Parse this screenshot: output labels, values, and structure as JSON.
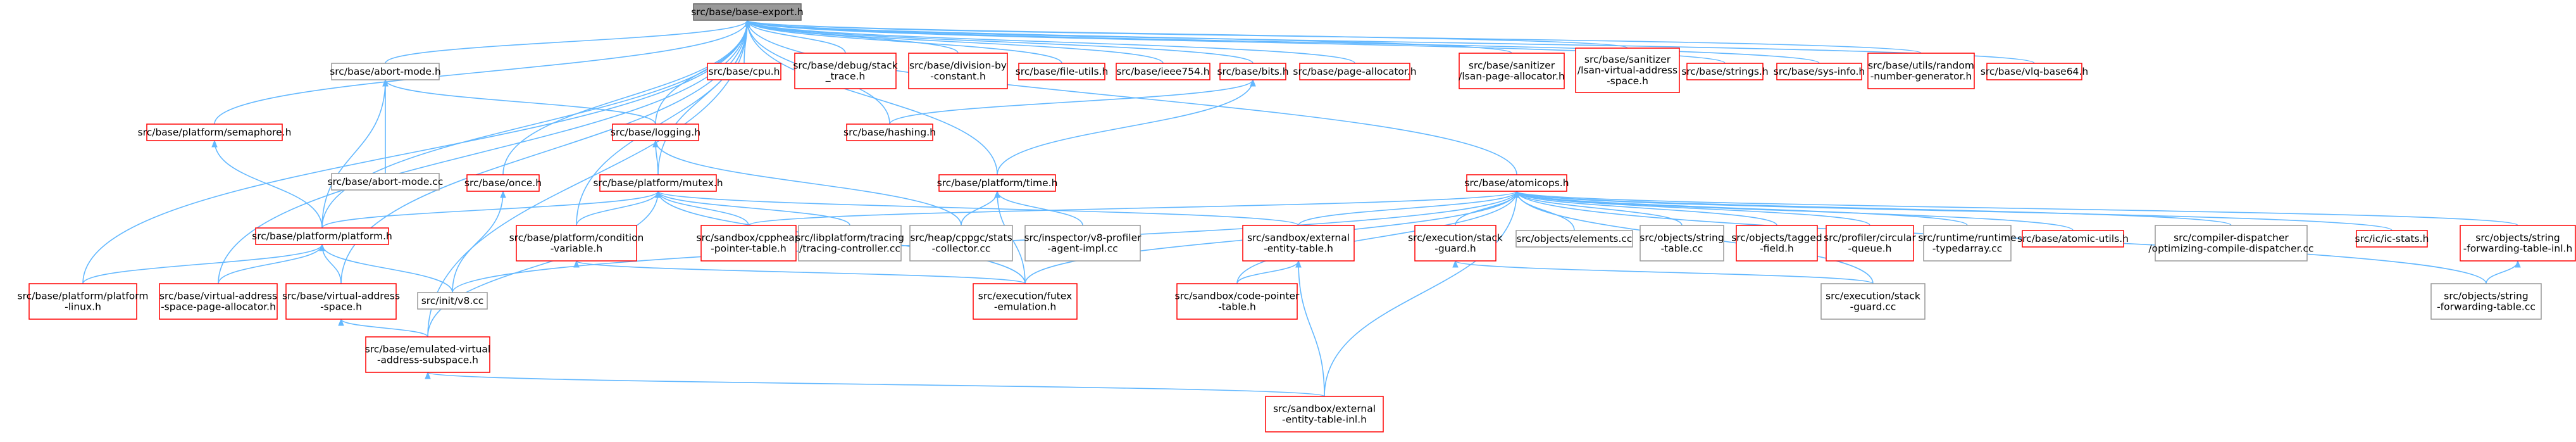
{
  "graph": {
    "colors": {
      "edge": "#63b8ff",
      "focus_fill": "#999999",
      "red_border": "#ff0000",
      "gray_border": "#999999"
    },
    "nodes": [
      {
        "id": "n0",
        "lines": [
          "src/base/base-export.h"
        ],
        "style": "root"
      },
      {
        "id": "n1",
        "lines": [
          "src/base/abort-mode.h"
        ],
        "style": "gray"
      },
      {
        "id": "n2",
        "lines": [
          "src/base/cpu.h"
        ],
        "style": "red"
      },
      {
        "id": "n3",
        "lines": [
          "src/base/debug/stack",
          "_trace.h"
        ],
        "style": "red"
      },
      {
        "id": "n4",
        "lines": [
          "src/base/division-by",
          "-constant.h"
        ],
        "style": "red"
      },
      {
        "id": "n5",
        "lines": [
          "src/base/file-utils.h"
        ],
        "style": "red"
      },
      {
        "id": "n6",
        "lines": [
          "src/base/ieee754.h"
        ],
        "style": "red"
      },
      {
        "id": "n7",
        "lines": [
          "src/base/bits.h"
        ],
        "style": "red"
      },
      {
        "id": "n8",
        "lines": [
          "src/base/page-allocator.h"
        ],
        "style": "red"
      },
      {
        "id": "n9",
        "lines": [
          "src/base/sanitizer",
          "/lsan-page-allocator.h"
        ],
        "style": "red"
      },
      {
        "id": "n10",
        "lines": [
          "src/base/sanitizer",
          "/lsan-virtual-address",
          "-space.h"
        ],
        "style": "red"
      },
      {
        "id": "n11",
        "lines": [
          "src/base/strings.h"
        ],
        "style": "red"
      },
      {
        "id": "n12",
        "lines": [
          "src/base/sys-info.h"
        ],
        "style": "red"
      },
      {
        "id": "n13",
        "lines": [
          "src/base/utils/random",
          "-number-generator.h"
        ],
        "style": "red"
      },
      {
        "id": "n14",
        "lines": [
          "src/base/vlq-base64.h"
        ],
        "style": "red"
      },
      {
        "id": "n15",
        "lines": [
          "src/base/platform/semaphore.h"
        ],
        "style": "red"
      },
      {
        "id": "n16",
        "lines": [
          "src/base/logging.h"
        ],
        "style": "red"
      },
      {
        "id": "n17",
        "lines": [
          "src/base/abort-mode.cc"
        ],
        "style": "gray"
      },
      {
        "id": "n18",
        "lines": [
          "src/base/hashing.h"
        ],
        "style": "red"
      },
      {
        "id": "n19",
        "lines": [
          "src/base/once.h"
        ],
        "style": "red"
      },
      {
        "id": "n20",
        "lines": [
          "src/base/platform/mutex.h"
        ],
        "style": "red"
      },
      {
        "id": "n21",
        "lines": [
          "src/base/platform/time.h"
        ],
        "style": "red"
      },
      {
        "id": "n22",
        "lines": [
          "src/base/atomicops.h"
        ],
        "style": "red"
      },
      {
        "id": "n23",
        "lines": [
          "src/base/platform/platform.h"
        ],
        "style": "red"
      },
      {
        "id": "n24",
        "lines": [
          "src/base/platform/condition",
          "-variable.h"
        ],
        "style": "red"
      },
      {
        "id": "n25",
        "lines": [
          "src/sandbox/cppheap",
          "-pointer-table.h"
        ],
        "style": "red"
      },
      {
        "id": "n26",
        "lines": [
          "src/libplatform/tracing",
          "/tracing-controller.cc"
        ],
        "style": "gray"
      },
      {
        "id": "n27",
        "lines": [
          "src/heap/cppgc/stats",
          "-collector.cc"
        ],
        "style": "gray"
      },
      {
        "id": "n28",
        "lines": [
          "src/inspector/v8-profiler",
          "-agent-impl.cc"
        ],
        "style": "gray"
      },
      {
        "id": "n29",
        "lines": [
          "src/sandbox/external",
          "-entity-table.h"
        ],
        "style": "red"
      },
      {
        "id": "n30",
        "lines": [
          "src/execution/stack",
          "-guard.h"
        ],
        "style": "red"
      },
      {
        "id": "n31",
        "lines": [
          "src/objects/elements.cc"
        ],
        "style": "gray"
      },
      {
        "id": "n32",
        "lines": [
          "src/objects/string",
          "-table.cc"
        ],
        "style": "gray"
      },
      {
        "id": "n33",
        "lines": [
          "src/objects/tagged",
          "-field.h"
        ],
        "style": "red"
      },
      {
        "id": "n34",
        "lines": [
          "src/profiler/circular",
          "-queue.h"
        ],
        "style": "red"
      },
      {
        "id": "n35",
        "lines": [
          "src/runtime/runtime",
          "-typedarray.cc"
        ],
        "style": "gray"
      },
      {
        "id": "n36",
        "lines": [
          "src/base/atomic-utils.h"
        ],
        "style": "red"
      },
      {
        "id": "n37",
        "lines": [
          "src/compiler-dispatcher",
          "/optimizing-compile-dispatcher.cc"
        ],
        "style": "gray"
      },
      {
        "id": "n38",
        "lines": [
          "src/ic/ic-stats.h"
        ],
        "style": "red"
      },
      {
        "id": "n39",
        "lines": [
          "src/objects/string",
          "-forwarding-table-inl.h"
        ],
        "style": "red"
      },
      {
        "id": "n40",
        "lines": [
          "src/base/platform/platform",
          "-linux.h"
        ],
        "style": "red"
      },
      {
        "id": "n41",
        "lines": [
          "src/base/virtual-address",
          "-space-page-allocator.h"
        ],
        "style": "red"
      },
      {
        "id": "n42",
        "lines": [
          "src/base/virtual-address",
          "-space.h"
        ],
        "style": "red"
      },
      {
        "id": "n43",
        "lines": [
          "src/init/v8.cc"
        ],
        "style": "gray"
      },
      {
        "id": "n44",
        "lines": [
          "src/execution/futex",
          "-emulation.h"
        ],
        "style": "red"
      },
      {
        "id": "n45",
        "lines": [
          "src/sandbox/code-pointer",
          "-table.h"
        ],
        "style": "red"
      },
      {
        "id": "n46",
        "lines": [
          "src/execution/stack",
          "-guard.cc"
        ],
        "style": "gray"
      },
      {
        "id": "n47",
        "lines": [
          "src/objects/string",
          "-forwarding-table.cc"
        ],
        "style": "gray"
      },
      {
        "id": "n48",
        "lines": [
          "src/base/emulated-virtual",
          "-address-subspace.h"
        ],
        "style": "red"
      },
      {
        "id": "n49",
        "lines": [
          "src/sandbox/external",
          "-entity-table-inl.h"
        ],
        "style": "red"
      }
    ],
    "edges": [
      [
        "n0",
        "n1"
      ],
      [
        "n0",
        "n2"
      ],
      [
        "n0",
        "n3"
      ],
      [
        "n0",
        "n4"
      ],
      [
        "n0",
        "n5"
      ],
      [
        "n0",
        "n6"
      ],
      [
        "n0",
        "n7"
      ],
      [
        "n0",
        "n8"
      ],
      [
        "n0",
        "n9"
      ],
      [
        "n0",
        "n10"
      ],
      [
        "n0",
        "n11"
      ],
      [
        "n0",
        "n12"
      ],
      [
        "n0",
        "n13"
      ],
      [
        "n0",
        "n14"
      ],
      [
        "n0",
        "n15"
      ],
      [
        "n0",
        "n16"
      ],
      [
        "n0",
        "n18"
      ],
      [
        "n0",
        "n19"
      ],
      [
        "n0",
        "n20"
      ],
      [
        "n0",
        "n21"
      ],
      [
        "n0",
        "n22"
      ],
      [
        "n0",
        "n23"
      ],
      [
        "n0",
        "n24"
      ],
      [
        "n0",
        "n40"
      ],
      [
        "n0",
        "n41"
      ],
      [
        "n0",
        "n42"
      ],
      [
        "n0",
        "n48"
      ],
      [
        "n1",
        "n16"
      ],
      [
        "n1",
        "n17"
      ],
      [
        "n1",
        "n23"
      ],
      [
        "n7",
        "n18"
      ],
      [
        "n7",
        "n21"
      ],
      [
        "n15",
        "n23"
      ],
      [
        "n16",
        "n20"
      ],
      [
        "n16",
        "n27"
      ],
      [
        "n19",
        "n43"
      ],
      [
        "n20",
        "n23"
      ],
      [
        "n20",
        "n24"
      ],
      [
        "n20",
        "n25"
      ],
      [
        "n20",
        "n26"
      ],
      [
        "n20",
        "n29"
      ],
      [
        "n20",
        "n44"
      ],
      [
        "n20",
        "n48"
      ],
      [
        "n21",
        "n27"
      ],
      [
        "n21",
        "n28"
      ],
      [
        "n21",
        "n44"
      ],
      [
        "n22",
        "n25"
      ],
      [
        "n22",
        "n29"
      ],
      [
        "n22",
        "n30"
      ],
      [
        "n22",
        "n31"
      ],
      [
        "n22",
        "n32"
      ],
      [
        "n22",
        "n33"
      ],
      [
        "n22",
        "n34"
      ],
      [
        "n22",
        "n35"
      ],
      [
        "n22",
        "n36"
      ],
      [
        "n22",
        "n37"
      ],
      [
        "n22",
        "n38"
      ],
      [
        "n22",
        "n39"
      ],
      [
        "n22",
        "n43"
      ],
      [
        "n22",
        "n44"
      ],
      [
        "n22",
        "n45"
      ],
      [
        "n22",
        "n46"
      ],
      [
        "n22",
        "n47"
      ],
      [
        "n22",
        "n49"
      ],
      [
        "n23",
        "n40"
      ],
      [
        "n23",
        "n41"
      ],
      [
        "n23",
        "n42"
      ],
      [
        "n23",
        "n43"
      ],
      [
        "n24",
        "n44"
      ],
      [
        "n29",
        "n45"
      ],
      [
        "n29",
        "n49"
      ],
      [
        "n30",
        "n46"
      ],
      [
        "n39",
        "n47"
      ],
      [
        "n42",
        "n48"
      ],
      [
        "n48",
        "n49"
      ]
    ]
  }
}
